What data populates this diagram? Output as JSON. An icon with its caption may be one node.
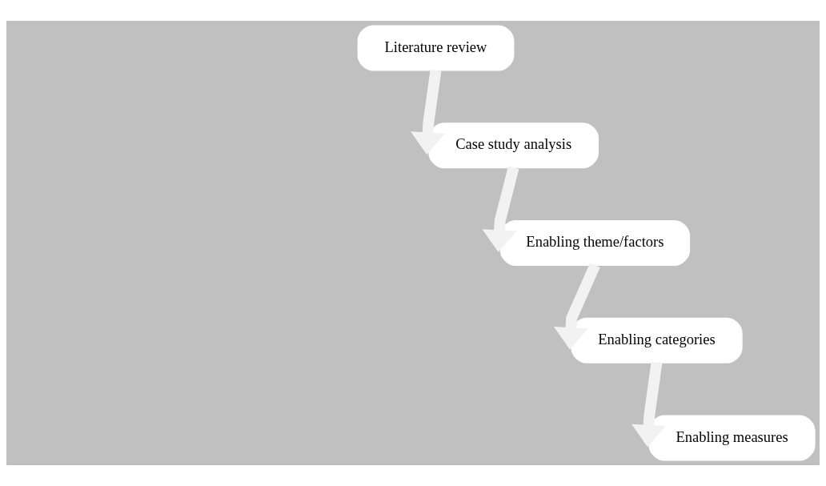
{
  "diagram": {
    "nodes": [
      {
        "text": [
          "Literature review"
        ]
      },
      {
        "text": [
          "Case study analysis"
        ]
      },
      {
        "text": [
          "Enabling theme/factors"
        ]
      },
      {
        "text": [
          "Enabling categories"
        ]
      },
      {
        "text": [
          "Enabling measures"
        ]
      }
    ],
    "edges": [
      {
        "from": 0,
        "to": 1,
        "arrow": "to"
      },
      {
        "from": 1,
        "to": 2,
        "arrow": "to"
      },
      {
        "from": 2,
        "to": 3,
        "arrow": "to"
      },
      {
        "from": 3,
        "to": 4,
        "arrow": "to"
      }
    ]
  }
}
